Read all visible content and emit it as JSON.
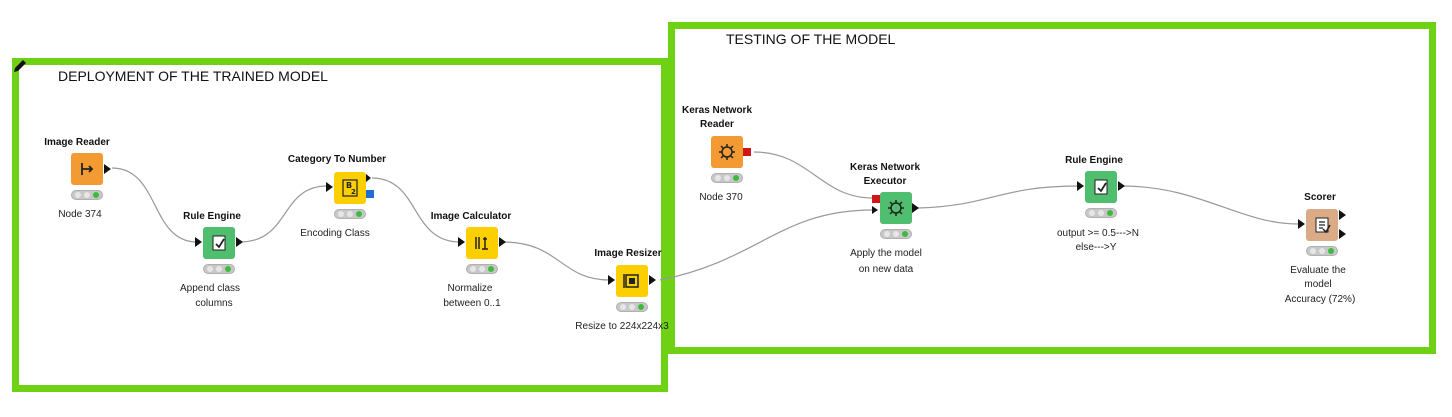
{
  "annotations": {
    "deployment": {
      "title": "DEPLOYMENT OF THE TRAINED MODEL"
    },
    "testing": {
      "title": "TESTING OF THE MODEL"
    }
  },
  "colors": {
    "annotation_border": "#6fd114",
    "source": "#f39a33",
    "manipulator": "#fccf00",
    "other": "#4fbe6e",
    "scorer": "#dbab88"
  },
  "nodes": {
    "image_reader": {
      "name": "Image Reader",
      "label": "Node 374",
      "icon": "image-reader-icon"
    },
    "rule_engine_1": {
      "name": "Rule Engine",
      "label1": "Append class",
      "label2": "columns",
      "icon": "rule-engine-icon"
    },
    "category_to_number": {
      "name": "Category To Number",
      "label": "Encoding Class",
      "icon": "category-to-number-icon"
    },
    "image_calculator": {
      "name": "Image Calculator",
      "label1": "Normalize",
      "label2": "between 0..1",
      "icon": "image-calculator-icon"
    },
    "image_resizer": {
      "name": "Image Resizer",
      "label": "Resize to 224x224x3",
      "icon": "image-resizer-icon"
    },
    "keras_reader": {
      "name1": "Keras Network",
      "name2": "Reader",
      "label": "Node 370",
      "icon": "keras-network-icon"
    },
    "keras_executor": {
      "name1": "Keras Network",
      "name2": "Executor",
      "label1": "Apply the model",
      "label2": "on new data",
      "icon": "keras-network-icon"
    },
    "rule_engine_2": {
      "name": "Rule Engine",
      "label1": "output >= 0.5--->N",
      "label2": "else--->Y",
      "icon": "rule-engine-icon"
    },
    "scorer": {
      "name": "Scorer",
      "label1": "Evaluate the",
      "label2": "model",
      "label3": "Accuracy (72%)",
      "icon": "scorer-icon"
    }
  }
}
